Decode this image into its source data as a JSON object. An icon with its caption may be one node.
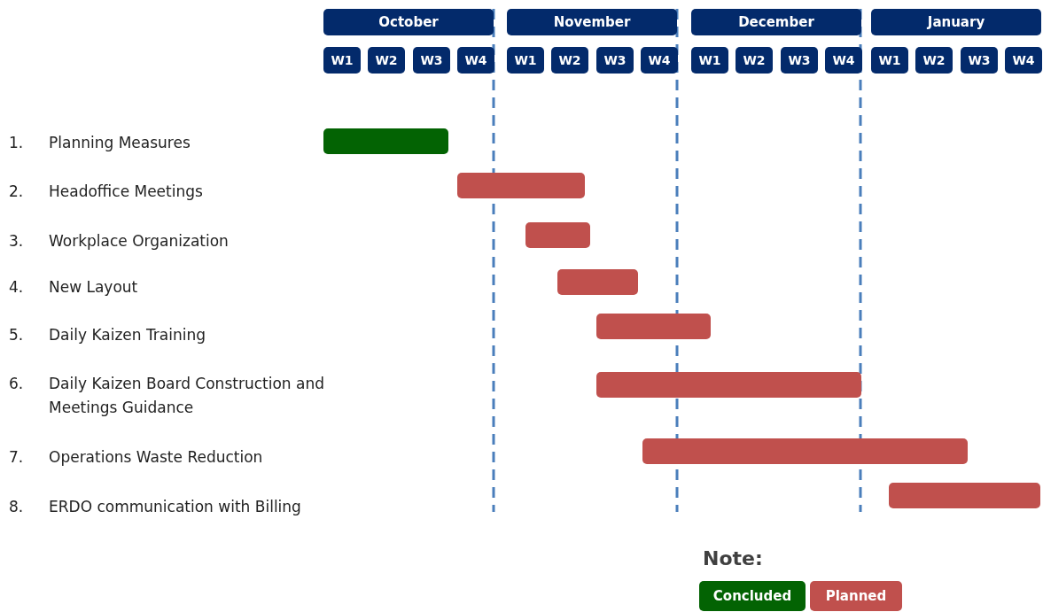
{
  "diagram": {
    "nodes": [
      {
        "text": [
          "October"
        ]
      },
      {
        "text": [
          "November"
        ]
      },
      {
        "text": [
          "December"
        ]
      },
      {
        "text": [
          "January"
        ]
      },
      {
        "text": [
          "W1"
        ]
      },
      {
        "text": [
          "W2"
        ]
      },
      {
        "text": [
          "W3"
        ]
      },
      {
        "text": [
          "W4"
        ]
      },
      {
        "text": [
          "W1"
        ]
      },
      {
        "text": [
          "W2"
        ]
      },
      {
        "text": [
          "W3"
        ]
      },
      {
        "text": [
          "W4"
        ]
      },
      {
        "text": [
          "W1"
        ]
      },
      {
        "text": [
          "W2"
        ]
      },
      {
        "text": [
          "W3"
        ]
      },
      {
        "text": [
          "W4"
        ]
      },
      {
        "text": [
          "W1"
        ]
      },
      {
        "text": [
          "W2"
        ]
      },
      {
        "text": [
          "W3"
        ]
      },
      {
        "text": [
          "W4"
        ]
      },
      {
        "text": [],
        "shape": "bar"
      },
      {
        "text": [],
        "shape": "bar"
      },
      {
        "text": [],
        "shape": "bar"
      },
      {
        "text": [],
        "shape": "bar"
      },
      {
        "text": [],
        "shape": "bar"
      },
      {
        "text": [],
        "shape": "bar"
      },
      {
        "text": [],
        "shape": "bar"
      },
      {
        "text": [],
        "shape": "bar"
      }
    ],
    "labels": [
      "1.",
      "Planning Measures",
      "2.",
      "Headoffice Meetings",
      "3.",
      "Workplace Organization",
      "4.",
      "New Layout",
      "5.",
      "Daily Kaizen Training",
      "6.",
      "Daily Kaizen Board Construction and Meetings Guidance",
      "7.",
      "Operations Waste Reduction",
      "8.",
      "ERDO communication with Billing",
      "Note:"
    ],
    "legend": [
      {
        "text": "Concluded",
        "color": "#036303"
      },
      {
        "text": "Planned",
        "color": "#c0504d"
      }
    ]
  }
}
